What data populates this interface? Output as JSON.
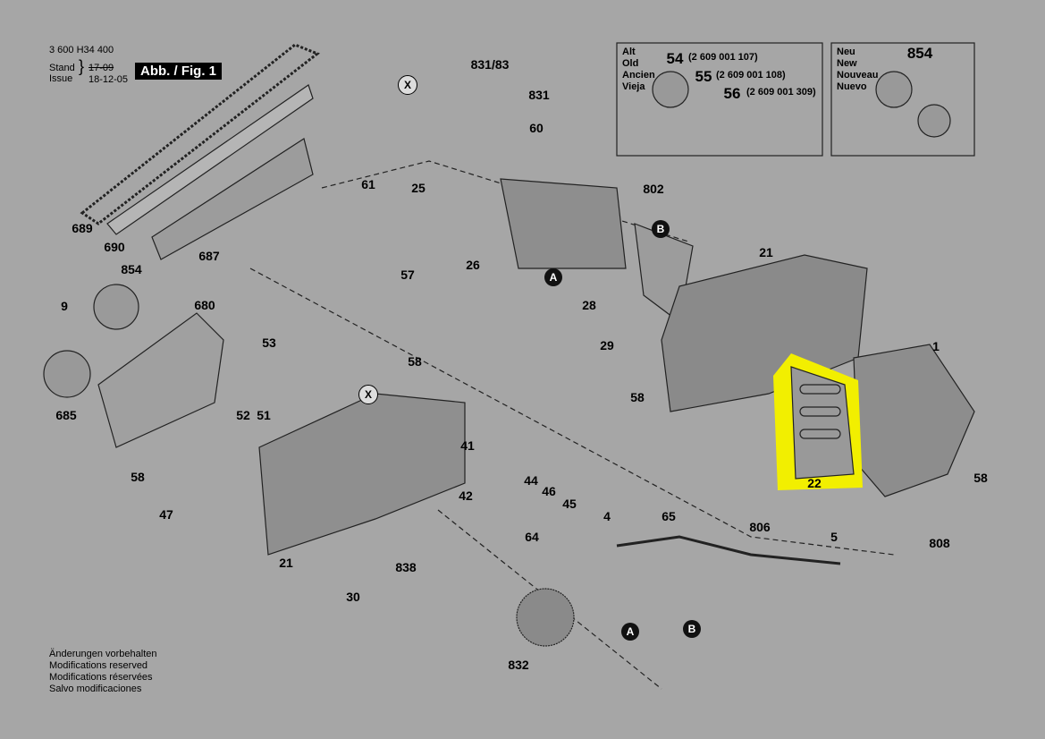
{
  "header": {
    "doc_number": "3 600 H34 400",
    "stand_label": "Stand",
    "issue_label": "Issue",
    "stand_value": "17-09",
    "issue_value": "18-12-05",
    "figure": "Abb. / Fig. 1"
  },
  "old_box": {
    "lines": [
      "Alt",
      "Old",
      "Ancien",
      "Vieja"
    ],
    "parts": [
      {
        "num": "54",
        "code": "(2 609 001 107)"
      },
      {
        "num": "55",
        "code": "(2 609 001 108)"
      },
      {
        "num": "56",
        "code": "(2 609 001 309)"
      }
    ]
  },
  "new_box": {
    "lines": [
      "Neu",
      "New",
      "Nouveau",
      "Nuevo"
    ],
    "part": "854"
  },
  "part_labels": [
    "831/83",
    "831",
    "60",
    "802",
    "25",
    "61",
    "57",
    "26",
    "689",
    "690",
    "687",
    "854",
    "680",
    "9",
    "685",
    "53",
    "58",
    "52",
    "51",
    "58",
    "47",
    "41",
    "42",
    "44",
    "46",
    "45",
    "64",
    "838",
    "21",
    "30",
    "4",
    "65",
    "806",
    "5",
    "808",
    "832",
    "28",
    "29",
    "58",
    "21",
    "1",
    "58",
    "22"
  ],
  "markers": [
    "X",
    "X",
    "A",
    "B",
    "A",
    "B"
  ],
  "footer": [
    "Änderungen vorbehalten",
    "Modifications reserved",
    "Modifications réservées",
    "Salvo modificaciones"
  ],
  "highlight_color": "#f2ef00"
}
